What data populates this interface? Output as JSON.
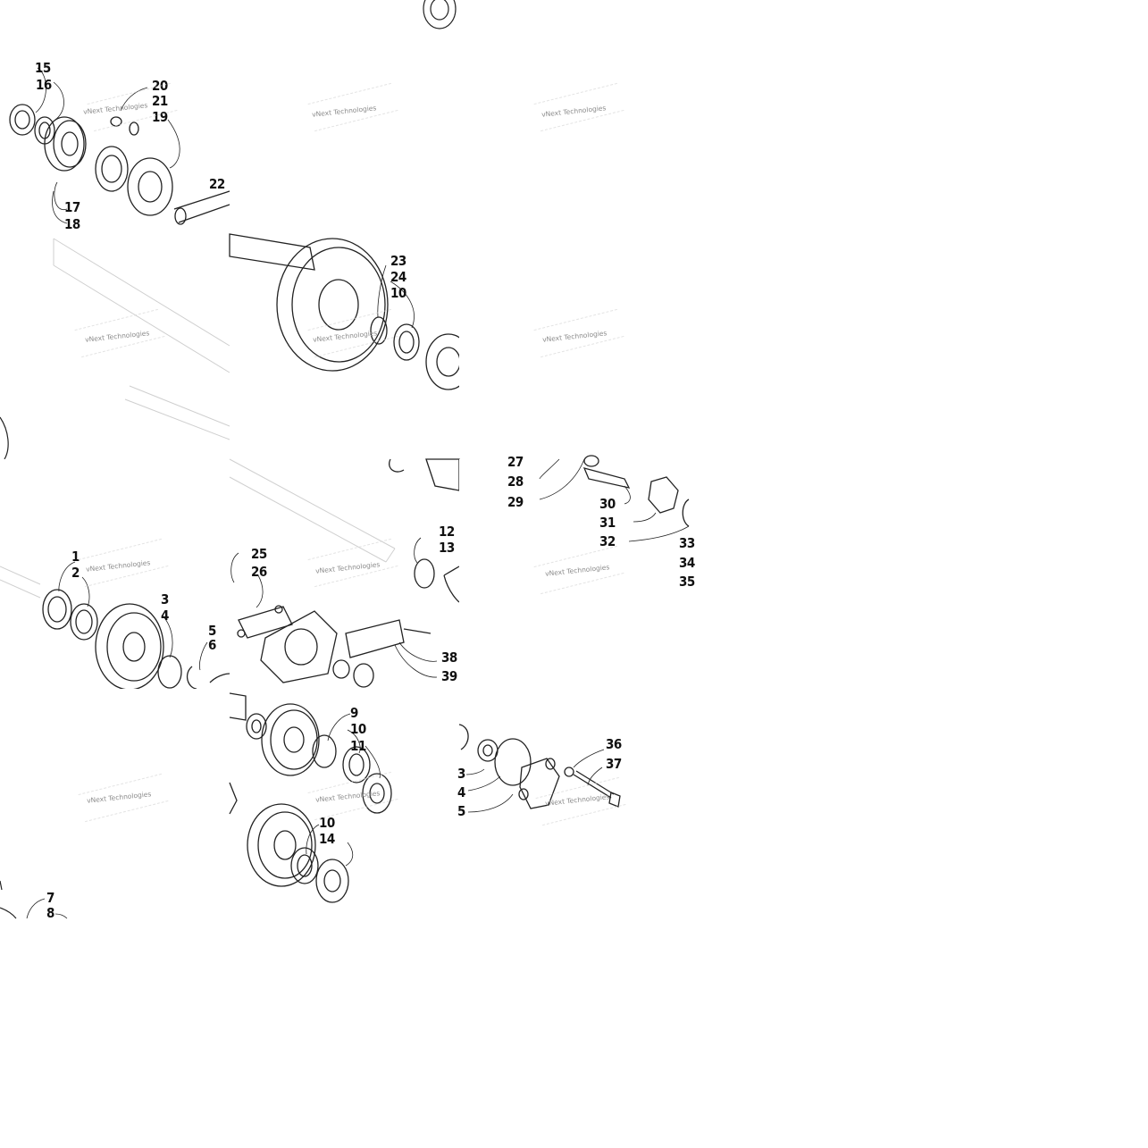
{
  "watermark": "vNext Technologies",
  "colors": {
    "ink": "#222222",
    "light_ink": "#9a9a9a",
    "background": "#ffffff"
  },
  "callouts": {
    "c15": "15",
    "c16": "16",
    "c20": "20",
    "c21": "21",
    "c19": "19",
    "c22": "22",
    "c17": "17",
    "c18": "18",
    "c23": "23",
    "c24": "24",
    "c10a": "10",
    "c27": "27",
    "c28": "28",
    "c29": "29",
    "c30": "30",
    "c31": "31",
    "c32": "32",
    "c33": "33",
    "c34": "34",
    "c35": "35",
    "c1": "1",
    "c2": "2",
    "c3": "3",
    "c4": "4",
    "c5": "5",
    "c6": "6",
    "c25": "25",
    "c26": "26",
    "c12": "12",
    "c13": "13",
    "c38": "38",
    "c39": "39",
    "c9": "9",
    "c10b": "10",
    "c11": "11",
    "c10c": "10",
    "c14": "14",
    "c3b": "3",
    "c4b": "4",
    "c5b": "5",
    "c36": "36",
    "c37": "37",
    "c7": "7",
    "c8": "8"
  }
}
